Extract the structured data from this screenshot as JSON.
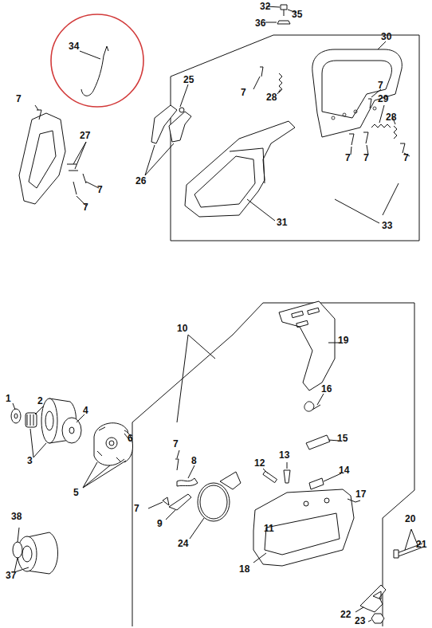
{
  "diagram": {
    "labels": [
      "32",
      "35",
      "36",
      "34",
      "30",
      "25",
      "7",
      "28",
      "7",
      "7",
      "29",
      "28",
      "27",
      "7",
      "7",
      "26",
      "7",
      "7",
      "7",
      "31",
      "33",
      "10",
      "19",
      "16",
      "1",
      "2",
      "4",
      "3",
      "6",
      "5",
      "7",
      "8",
      "7",
      "9",
      "12",
      "13",
      "15",
      "14",
      "17",
      "11",
      "24",
      "18",
      "20",
      "21",
      "38",
      "37",
      "22",
      "23"
    ]
  }
}
